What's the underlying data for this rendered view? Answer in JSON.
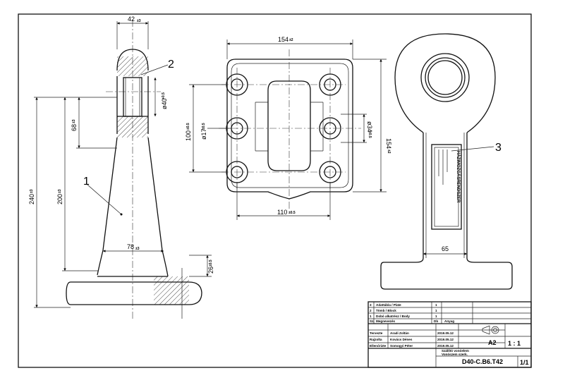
{
  "dimensions": {
    "top_width": "42",
    "top_width_tol": "±3",
    "bore": "ø40",
    "bore_tol": "+0.5",
    "depth": "68",
    "depth_tol": "±3",
    "height_total": "240",
    "height_total_tol": "±3",
    "height_mid": "200",
    "height_mid_tol": "±3",
    "base_width": "78",
    "base_width_tol": "±3",
    "base_height": "26",
    "base_height_tol": "±0.5",
    "plate_width": "154",
    "plate_width_tol": "±2",
    "plate_height": "154",
    "plate_height_tol": "±2",
    "hole_spacing_v": "100",
    "hole_spacing_v_tol": "±0.5",
    "hole_spacing_h": "110",
    "hole_spacing_h_tol": "±0.5",
    "hole_dia": "ø17",
    "hole_dia_tol": "±0.5",
    "counterbore_dia": "ø34",
    "counterbore_dia_tol": "±0.5",
    "side_width": "65"
  },
  "balloons": {
    "b1": "1",
    "b2": "2",
    "b3": "3"
  },
  "plate_label": "HÁZIMOZGÁSRENDSZER",
  "title_block": {
    "rows": [
      {
        "no": "3",
        "name": "Adattábla / Plate",
        "qty": "1",
        "material": ""
      },
      {
        "no": "2",
        "name": "Tömb / Block",
        "qty": "1",
        "material": ""
      },
      {
        "no": "1",
        "name": "Dobó alkatrész / Body",
        "qty": "1",
        "material": ""
      }
    ],
    "header": {
      "no": "Sz.",
      "name": "Megnevezés",
      "qty": "Db",
      "material": "Anyag"
    },
    "roles": [
      "Tervezte",
      "Rajzolta",
      "Ellenőrizte"
    ],
    "names": [
      "Aradi Zoltán",
      "Kovács Dénes",
      "Somogyi Péter"
    ],
    "dates": [
      "2019.05.12",
      "2019.05.12",
      "2019.05.12"
    ],
    "sheet_size": "A2",
    "scale": "1 : 1",
    "title_line1": "Szállító vonóelem",
    "title_line2": "Vonószem szerk.",
    "drawing_no": "D40-C.B6.T42",
    "sheet": "1/1"
  }
}
